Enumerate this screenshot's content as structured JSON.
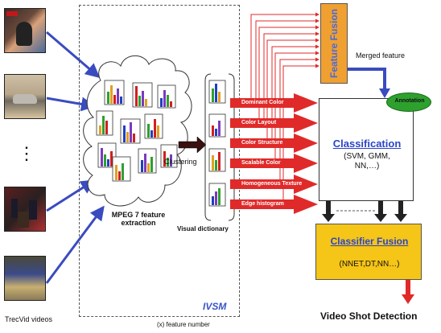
{
  "thumbnails": [
    {
      "name": "news-anchor-thumb",
      "colors": [
        "#3a2a2a",
        "#d9a27a",
        "#4a6a9a"
      ]
    },
    {
      "name": "car-thumb",
      "colors": [
        "#b8a58a",
        "#6f6a60",
        "#d8c4a0"
      ]
    },
    {
      "name": "podium-thumb",
      "colors": [
        "#5a1f1f",
        "#2a2020",
        "#b03030"
      ]
    },
    {
      "name": "basketball-thumb",
      "colors": [
        "#6d6a4a",
        "#3a4a8a",
        "#c8b070"
      ]
    }
  ],
  "ellipsis": "⋮",
  "source_label": "TrecVid videos",
  "mpeg7_label_line1": "MPEG 7 feature",
  "mpeg7_label_line2": "extraction",
  "clustering_label": "Clustering",
  "visual_dictionary_label": "Visual dictionary",
  "ivsm_label": "IVSM",
  "feature_number_label": "(x) feature number",
  "features": [
    "Dominant Color",
    "Color Layout",
    "Color Structure",
    "Scalable Color",
    "Homogeneous Texture",
    "Edge histogram"
  ],
  "feature_fusion_label": "Feature Fusion",
  "merged_feature_label": "Merged feature",
  "annotation_label": "Annotation",
  "classification_title": "Classification",
  "classification_methods_line1": "(SVM, GMM,",
  "classification_methods_line2": "NN,…)",
  "classifier_fusion_title": "Classifier Fusion",
  "classifier_fusion_methods": "(NNET,DT,NN…)",
  "output_label": "Video Shot Detection",
  "colors": {
    "arrow_red": "#e02a2a",
    "arrow_blue": "#3a4bbf",
    "fusion_orange": "#f0a030",
    "fusion_orange_text": "#4a6ad8",
    "classifier_yellow": "#f5c518",
    "annotation_green": "#2ea02e",
    "title_blue": "#2a45c8",
    "ivsm_blue": "#3a55c8"
  }
}
